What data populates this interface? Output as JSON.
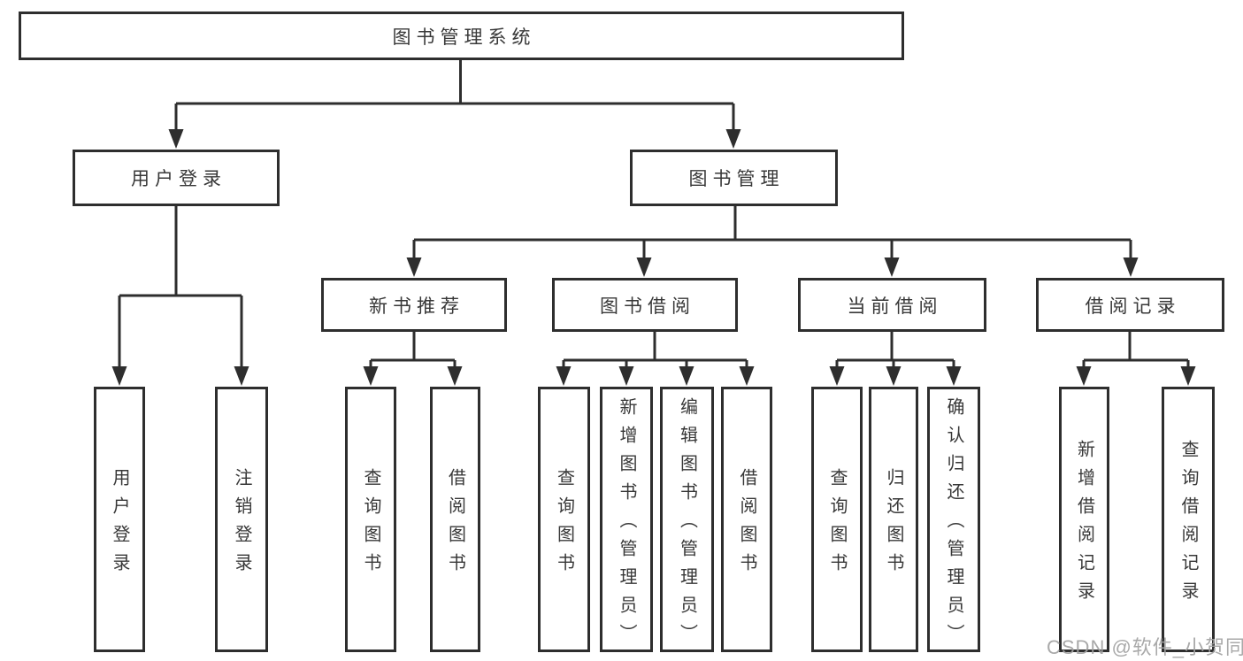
{
  "colors": {
    "line": "#2e2e2e",
    "box_border": "#2e2e2e",
    "text": "#383838",
    "watermark": "#a2a2a2",
    "background": "#ffffff"
  },
  "tree": {
    "label": "图书管理系统",
    "children": [
      {
        "label": "用户登录",
        "children": [
          {
            "label": "用户登录"
          },
          {
            "label": "注销登录"
          }
        ]
      },
      {
        "label": "图书管理",
        "children": [
          {
            "label": "新书推荐",
            "children": [
              {
                "label": "查询图书"
              },
              {
                "label": "借阅图书"
              }
            ]
          },
          {
            "label": "图书借阅",
            "children": [
              {
                "label": "查询图书"
              },
              {
                "label": "新增图书（管理员）"
              },
              {
                "label": "编辑图书（管理员）"
              },
              {
                "label": "借阅图书"
              }
            ]
          },
          {
            "label": "当前借阅",
            "children": [
              {
                "label": "查询图书"
              },
              {
                "label": "归还图书"
              },
              {
                "label": "确认归还（管理员）"
              }
            ]
          },
          {
            "label": "借阅记录",
            "children": [
              {
                "label": "新增借阅记录"
              },
              {
                "label": "查询借阅记录"
              }
            ]
          }
        ]
      }
    ]
  },
  "watermark": {
    "text": "CSDN @软件_小贺同学"
  }
}
